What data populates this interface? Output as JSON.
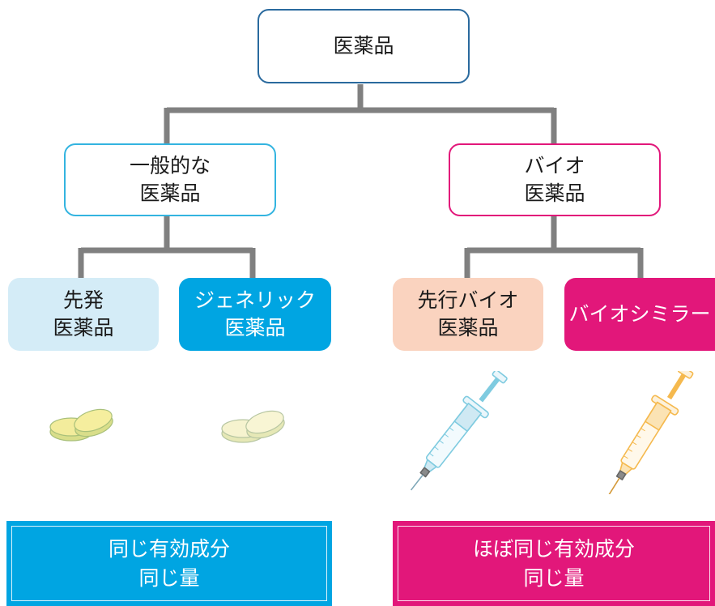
{
  "root": {
    "label": "医薬品"
  },
  "categories": [
    {
      "line1": "一般的な",
      "line2": "医薬品"
    },
    {
      "line1": "バイオ",
      "line2": "医薬品"
    }
  ],
  "products": [
    {
      "line1": "先発",
      "line2": "医薬品"
    },
    {
      "line1": "ジェネリック",
      "line2": "医薬品"
    },
    {
      "line1": "先行バイオ",
      "line2": "医薬品"
    },
    {
      "line1": "バイオシミラー"
    }
  ],
  "notes": [
    {
      "line1": "同じ有効成分",
      "line2": "同じ量"
    },
    {
      "line1": "ほぼ同じ有効成分",
      "line2": "同じ量"
    }
  ],
  "colors": {
    "connector": "#808080",
    "root_border": "#2a6a9e",
    "general_border": "#33b4e0",
    "bio_border": "#e2177a",
    "original_fill": "#d4ecf7",
    "generic_fill": "#00a5e2",
    "bio_original_fill": "#fad3bf",
    "biosimilar_fill": "#e2177a",
    "tablet_yellow": "#f3ec9c",
    "tablet_cream": "#f6f3cf",
    "syringe_blue": "#7fcbe0",
    "syringe_orange": "#f5b94e"
  },
  "illustrations": [
    "tablets-icon",
    "tablets-icon",
    "syringe-icon",
    "syringe-icon"
  ]
}
